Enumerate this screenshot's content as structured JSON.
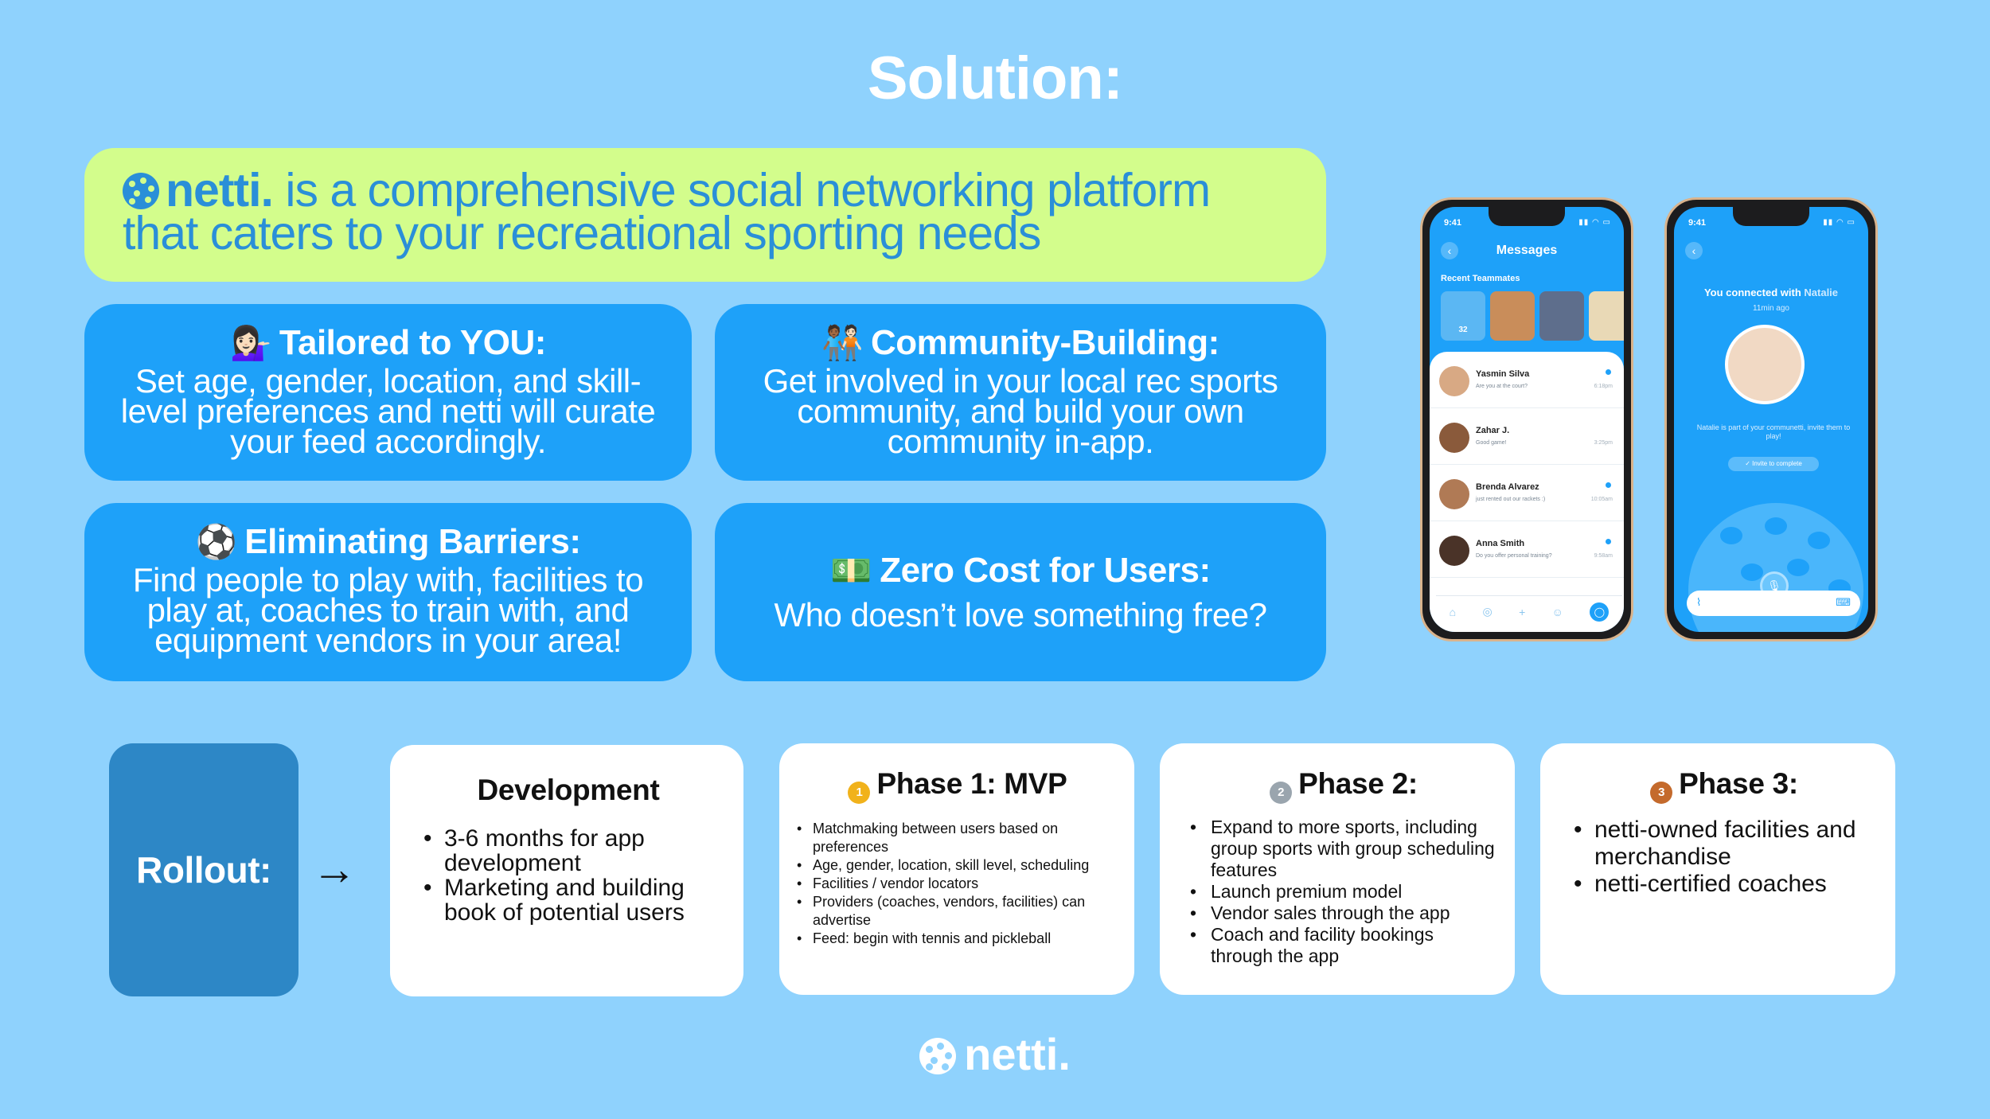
{
  "title": "Solution:",
  "intro": {
    "brand": "netti.",
    "line1": " is a comprehensive social networking platform",
    "line2": "that caters to your recreational sporting needs"
  },
  "features": [
    {
      "icon": "woman-tipping-hand-emoji",
      "emoji": "💁🏻‍♀️",
      "title": "Tailored to YOU:",
      "text": "Set age, gender, location, and skill-level preferences and netti will curate your feed accordingly."
    },
    {
      "icon": "people-holding-hands-emoji",
      "emoji": "🧑🏾‍🤝‍🧑🏻",
      "title": "Community-Building:",
      "text": "Get involved in your local rec sports community, and build your own community in-app."
    },
    {
      "icon": "soccer-ball-emoji",
      "emoji": "⚽",
      "title": "Eliminating Barriers:",
      "text": "Find people to play with, facilities to play at, coaches to train with, and equipment vendors in your area!"
    },
    {
      "icon": "dollar-banknote-emoji",
      "emoji": "💵",
      "title": "Zero Cost for Users:",
      "text": "Who doesn’t love something free?"
    }
  ],
  "phone1": {
    "time": "9:41",
    "title": "Messages",
    "recent_label": "Recent Teammates",
    "teammate_badge": "32",
    "messages": [
      {
        "name": "Yasmin Silva",
        "text": "Are you at the court?",
        "time": "6:18pm",
        "unread": true
      },
      {
        "name": "Zahar J.",
        "text": "Good game!",
        "time": "3:25pm",
        "unread": false
      },
      {
        "name": "Brenda Alvarez",
        "text": "just rented out our rackets :)",
        "time": "10:05am",
        "unread": true
      },
      {
        "name": "Anna Smith",
        "text": "Do you offer personal training?",
        "time": "9:58am",
        "unread": true
      }
    ]
  },
  "phone2": {
    "time": "9:41",
    "connected_prefix": "You connected with ",
    "connected_name": "Natalie",
    "connected_time": "11min ago",
    "subtext": "Natalie is part of your communetti, invite them to play!",
    "invite_label": "✓ Invite to complete"
  },
  "rollout": {
    "label": "Rollout:",
    "arrow": "→",
    "development": {
      "title": "Development",
      "items": [
        "3-6 months for app development",
        "Marketing and building book of potential users"
      ]
    },
    "phase1": {
      "medal": "1",
      "title": "Phase 1: MVP",
      "items": [
        "Matchmaking between users based on preferences",
        "Age, gender, location, skill level, scheduling",
        "Facilities / vendor locators",
        "Providers (coaches, vendors, facilities) can advertise",
        "Feed: begin with tennis and pickleball"
      ]
    },
    "phase2": {
      "medal": "2",
      "title": "Phase 2:",
      "items": [
        "Expand to more sports, including group sports with group scheduling features",
        "Launch premium model",
        "Vendor sales through the app",
        "Coach and facility bookings through the app"
      ]
    },
    "phase3": {
      "medal": "3",
      "title": "Phase 3:",
      "items": [
        "netti-owned facilities and merchandise",
        "netti-certified coaches"
      ]
    }
  },
  "footer_logo": "netti.",
  "colors": {
    "background": "#8fd2fd",
    "card_blue": "#1ea1f9",
    "intro_green": "#d3fd8c",
    "intro_text": "#2a8fd8",
    "rollout_blue": "#2d87c6"
  }
}
